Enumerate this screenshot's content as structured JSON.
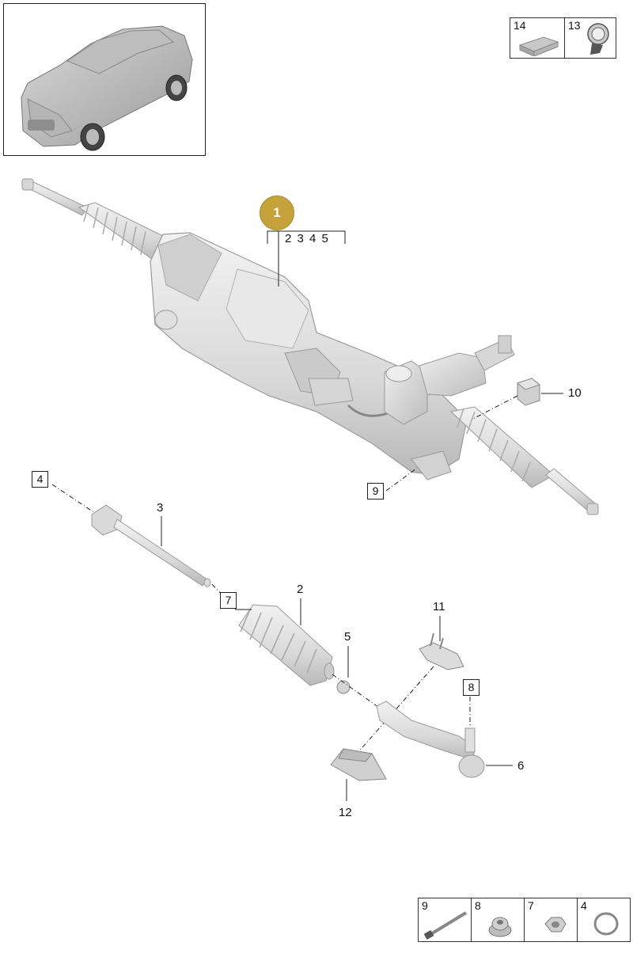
{
  "header_cells": [
    {
      "number": "14",
      "icon": "gray-block"
    },
    {
      "number": "13",
      "icon": "tag-medallion"
    }
  ],
  "main_part": {
    "badge": "1",
    "sub_parts": "2 3 4 5"
  },
  "callouts": {
    "c10": "10",
    "c9": "9",
    "c4": "4",
    "c3": "3",
    "c7": "7",
    "c2": "2",
    "c5": "5",
    "c11": "11",
    "c8": "8",
    "c6": "6",
    "c12": "12"
  },
  "footer_cells": [
    {
      "number": "9",
      "icon": "bolt"
    },
    {
      "number": "8",
      "icon": "flange-nut"
    },
    {
      "number": "7",
      "icon": "hex-nut"
    },
    {
      "number": "4",
      "icon": "ring-clip"
    }
  ],
  "colors": {
    "badge": "#c6a23b",
    "part_fill": "#e4e4e4",
    "part_stroke": "#9a9a9a",
    "line": "#222222"
  }
}
